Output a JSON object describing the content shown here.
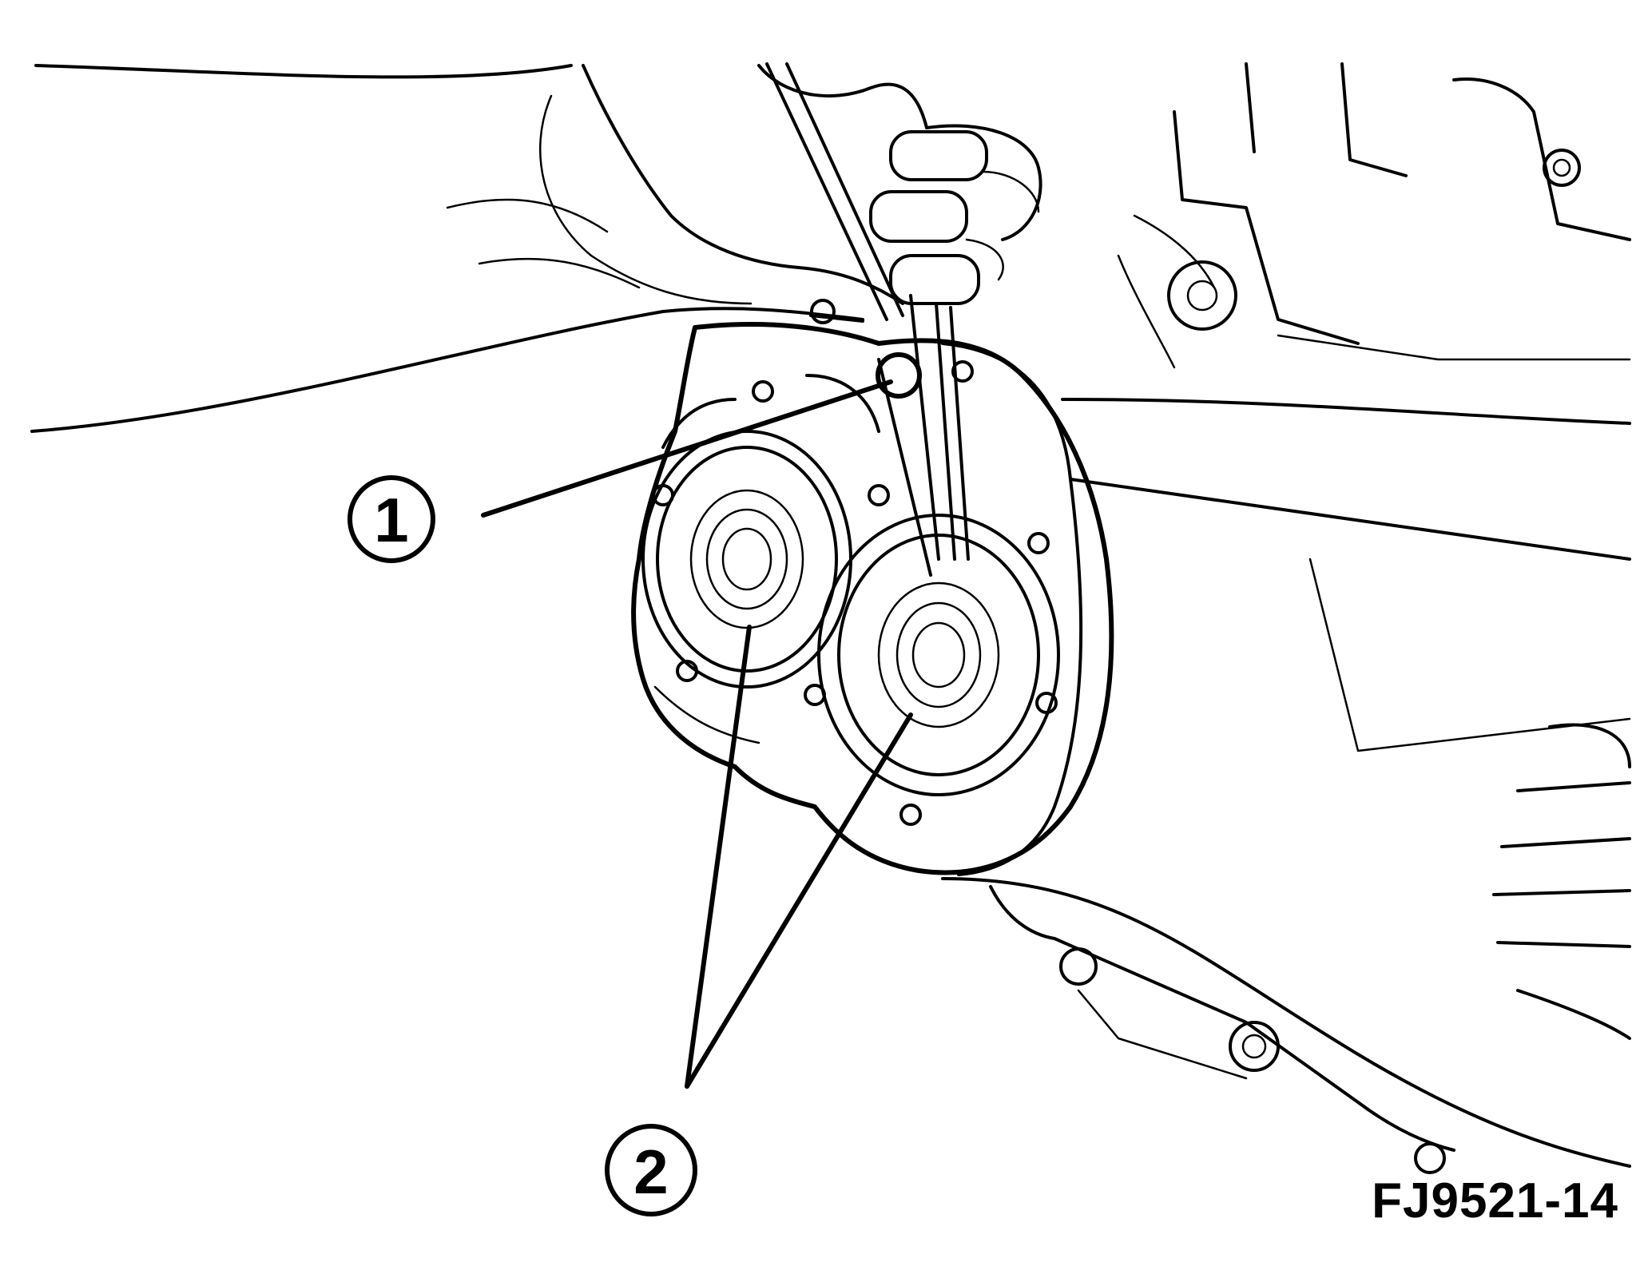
{
  "callouts": [
    {
      "id": "1",
      "label": "1"
    },
    {
      "id": "2",
      "label": "2"
    }
  ],
  "figure_id": "FJ9521-14",
  "colors": {
    "ink": "#000000",
    "paper": "#ffffff"
  }
}
